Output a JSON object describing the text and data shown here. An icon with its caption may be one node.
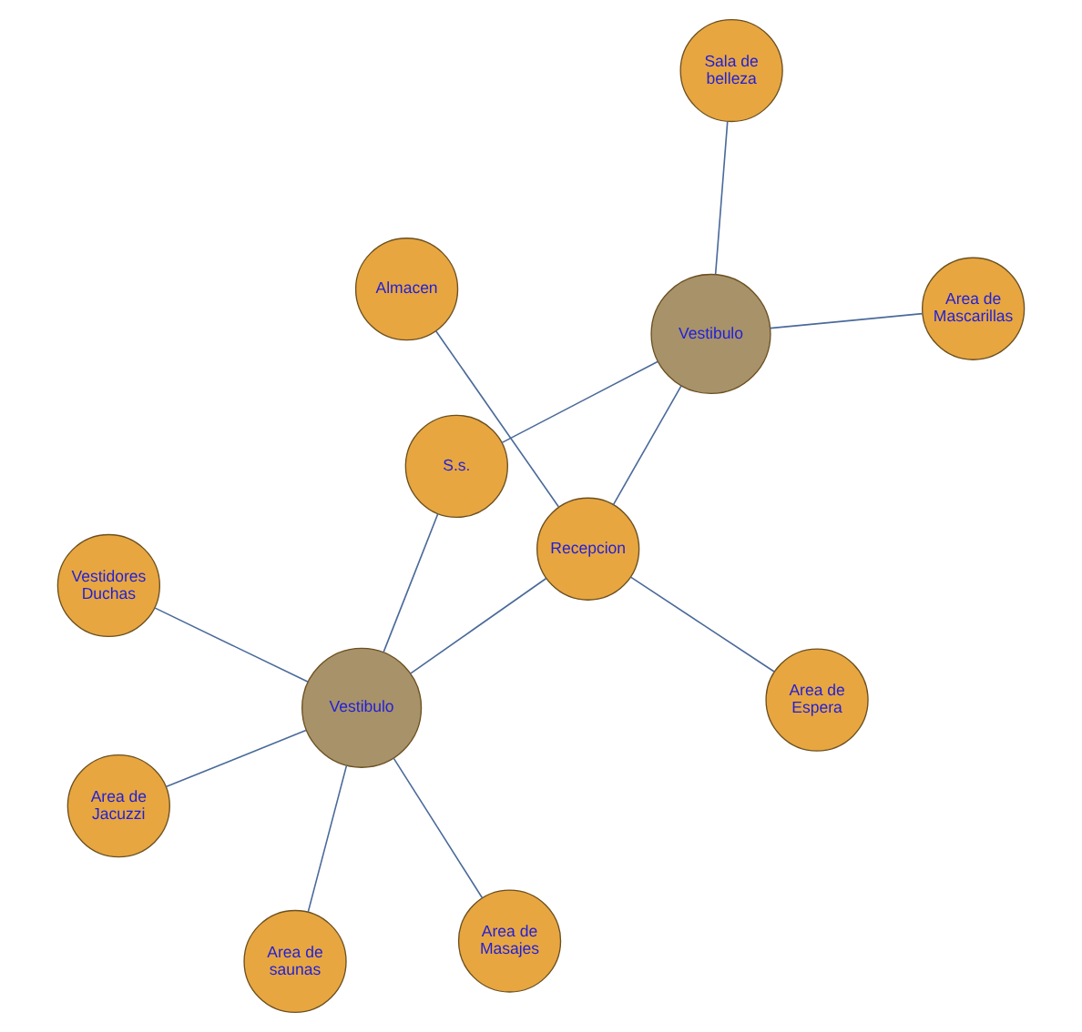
{
  "diagram": {
    "nodes": [
      {
        "text": [
          "Vestidores Duchas"
        ]
      },
      {
        "text": [
          "Area de Masajes"
        ]
      },
      {
        "text": [
          "Area de saunas"
        ]
      },
      {
        "text": [
          "S.s."
        ]
      },
      {
        "text": [
          "Vestibulo"
        ]
      },
      {
        "text": [
          "Sala de belleza"
        ]
      },
      {
        "text": [
          "Area de Jacuzzi"
        ]
      },
      {
        "text": [
          "Area de Mascarillas"
        ]
      },
      {
        "text": [
          "Vestibulo"
        ]
      },
      {
        "text": [
          "Recepcion"
        ]
      },
      {
        "text": [
          "Area de Espera"
        ]
      },
      {
        "text": [
          "Almacen"
        ]
      }
    ],
    "edges": [
      {
        "from": 4,
        "to": 0,
        "arrow": "none"
      },
      {
        "from": 4,
        "to": 1,
        "arrow": "none"
      },
      {
        "from": 4,
        "to": 2,
        "arrow": "none"
      },
      {
        "from": 3,
        "to": 4,
        "arrow": "none"
      },
      {
        "from": 4,
        "to": 6,
        "arrow": "none"
      },
      {
        "from": 4,
        "to": 9,
        "arrow": "none"
      },
      {
        "from": 3,
        "to": 8,
        "arrow": "none"
      },
      {
        "from": 5,
        "to": 8,
        "arrow": "none"
      },
      {
        "from": 7,
        "to": 8,
        "arrow": "none"
      },
      {
        "from": 8,
        "to": 9,
        "arrow": "none"
      },
      {
        "from": 9,
        "to": 10,
        "arrow": "none"
      },
      {
        "from": 9,
        "to": 11,
        "arrow": "none"
      }
    ]
  }
}
